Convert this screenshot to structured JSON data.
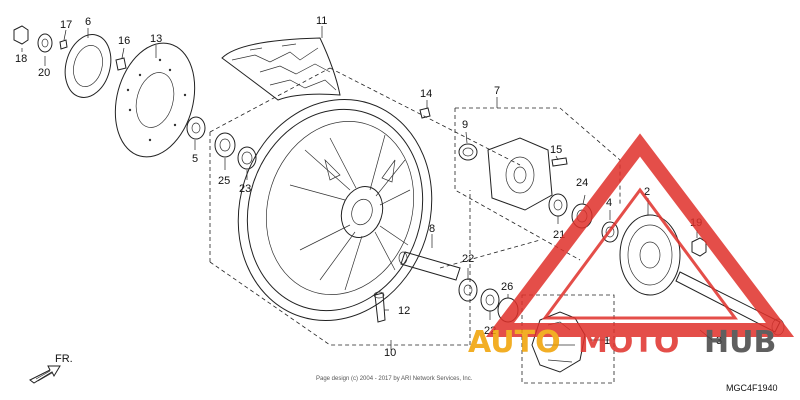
{
  "diagram": {
    "code": "MGC4F1940",
    "copyright": "Page design (c) 2004 - 2017 by ARI Network Services, Inc.",
    "fr_label": "FR.",
    "callouts": [
      "1",
      "2",
      "3",
      "4",
      "5",
      "6",
      "7",
      "8",
      "9",
      "10",
      "11",
      "12",
      "13",
      "14",
      "15",
      "16",
      "17",
      "18",
      "19",
      "20",
      "21",
      "22",
      "22",
      "23",
      "24",
      "25",
      "26"
    ]
  },
  "watermark": {
    "part1": "AUTO",
    "part2": "MOTO",
    "part3": "HUB",
    "color_red": "#e0302a",
    "color_orange": "#f0a000",
    "color_dark": "#444444"
  }
}
